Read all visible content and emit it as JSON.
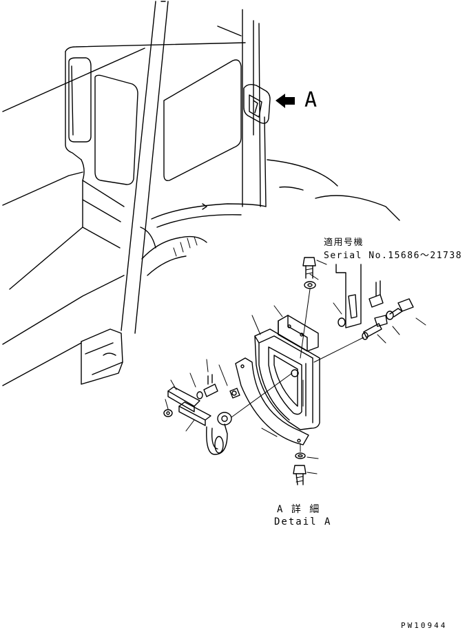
{
  "view_arrow_label": "A",
  "serial_note": {
    "title": "適用号機",
    "serial": "Serial No.15686～21738"
  },
  "detail_caption": {
    "jp": "A 詳 細",
    "en": "Detail A"
  },
  "figure_code": "PW10944"
}
